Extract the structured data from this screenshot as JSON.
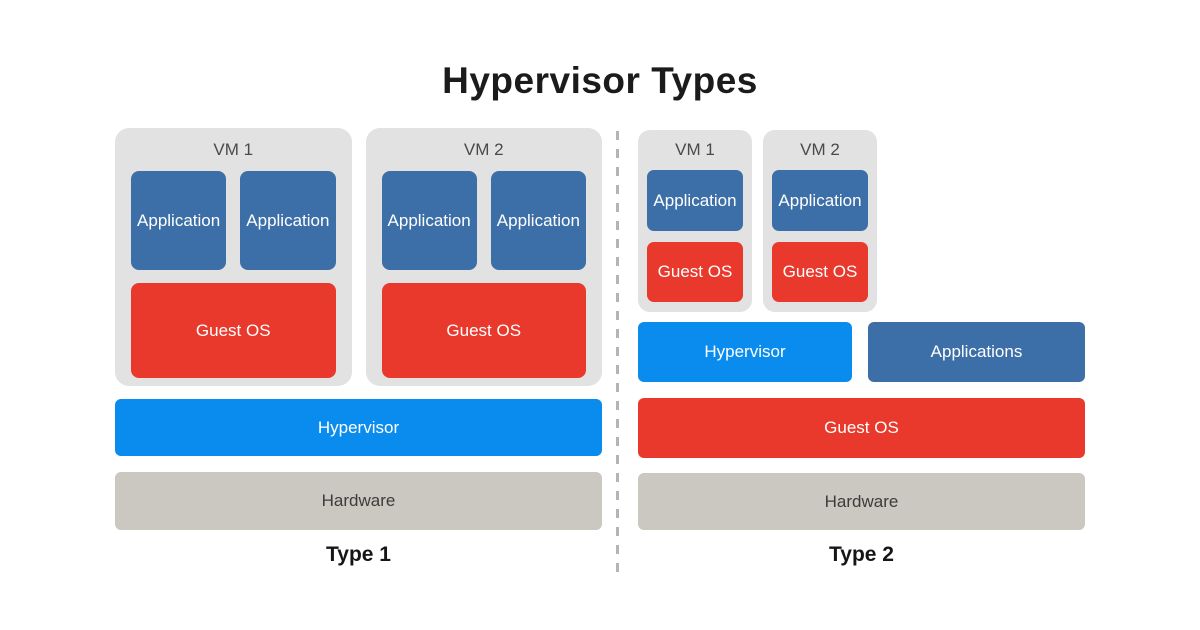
{
  "title": "Hypervisor Types",
  "colors": {
    "application_blue": "#3C6FA7",
    "guest_os_red": "#E8392C",
    "hypervisor_blue": "#0A8BEE",
    "hardware_gray": "#CBC8C1",
    "vm_card_gray": "#E2E2E2",
    "divider_gray": "#B4B4B4",
    "title_black": "#1B1B1B"
  },
  "type1": {
    "label": "Type 1",
    "vms": [
      {
        "name": "VM 1",
        "apps": [
          "Application",
          "Application"
        ],
        "guest_os": "Guest OS"
      },
      {
        "name": "VM 2",
        "apps": [
          "Application",
          "Application"
        ],
        "guest_os": "Guest OS"
      }
    ],
    "hypervisor": "Hypervisor",
    "hardware": "Hardware"
  },
  "type2": {
    "label": "Type 2",
    "vms": [
      {
        "name": "VM 1",
        "apps": [
          "Application"
        ],
        "guest_os": "Guest OS"
      },
      {
        "name": "VM 2",
        "apps": [
          "Application"
        ],
        "guest_os": "Guest OS"
      }
    ],
    "hypervisor": "Hypervisor",
    "applications": "Applications",
    "guest_os": "Guest OS",
    "hardware": "Hardware"
  }
}
